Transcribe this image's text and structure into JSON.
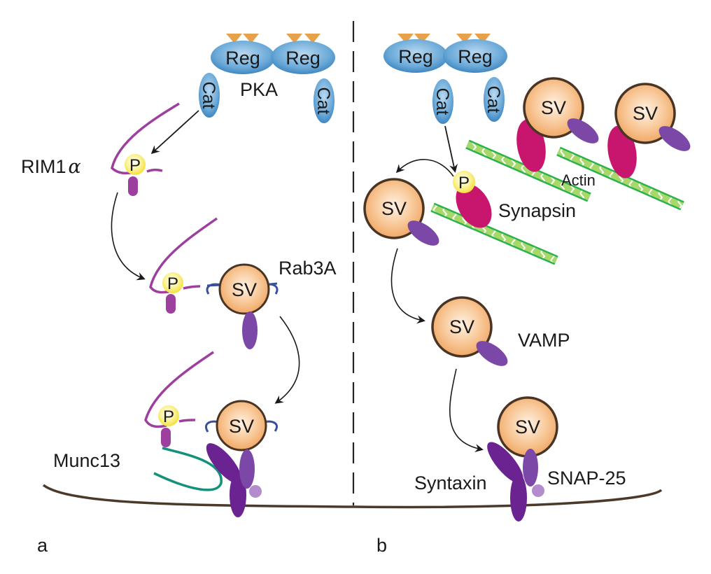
{
  "figure": {
    "panels": [
      {
        "id": "a",
        "label": "a"
      },
      {
        "id": "b",
        "label": "b"
      }
    ],
    "labels": {
      "reg": "Reg",
      "cat": "Cat",
      "pka": "PKA",
      "rim": "RIM1",
      "rim_greek": "α",
      "phospho": "P",
      "vesicle": "SV",
      "rab3a": "Rab3A",
      "munc13": "Munc13",
      "actin": "Actin",
      "synapsin": "Synapsin",
      "vamp": "VAMP",
      "syntaxin": "Syntaxin",
      "snap25": "SNAP-25"
    },
    "colors": {
      "pka": "#5b9fd0",
      "pka_ligand": "#e8a14b",
      "vesicle_fill": "#f5b47c",
      "vesicle_stroke": "#4a3424",
      "phospho": "#f5e84a",
      "rim": "#9c3f9e",
      "rab3a": "#3a4f9c",
      "munc13": "#13917a",
      "synapsin": "#c8166f",
      "vamp": "#7b48a8",
      "syntaxin": "#6a2390",
      "snap25_light": "#b28ccc",
      "actin": "#2bb24a",
      "actin_fill": "#a8d86a",
      "membrane": "#4b3a2a",
      "arrow": "#1a1a1a"
    }
  }
}
